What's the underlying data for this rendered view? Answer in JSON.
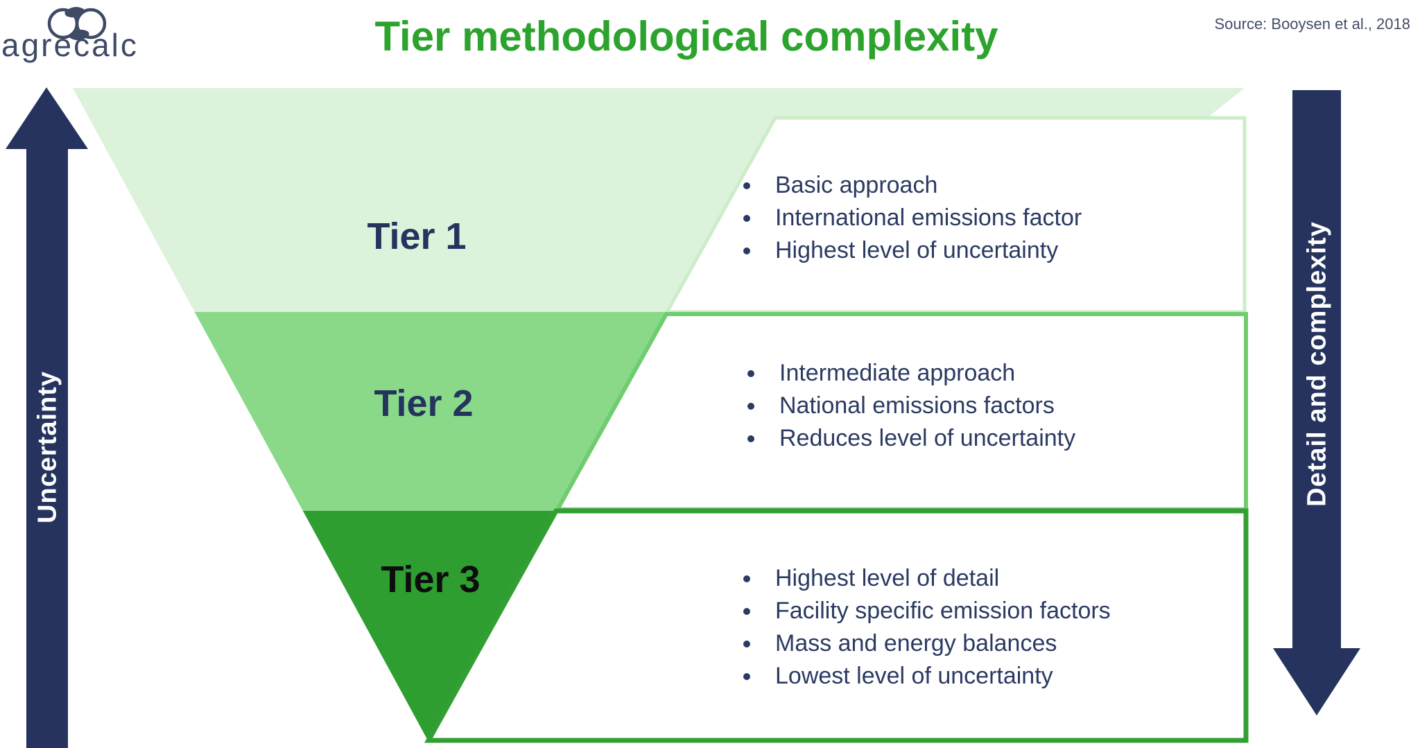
{
  "page": {
    "logo": "agrecalc",
    "title": "Tier methodological complexity",
    "source": "Source: Booysen et al., 2018"
  },
  "arrows": {
    "left": "Uncertainty",
    "right": "Detail and complexity"
  },
  "tiers": [
    {
      "label": "Tier 1",
      "bullets": [
        "Basic approach",
        "International emissions factor",
        "Highest level of uncertainty"
      ]
    },
    {
      "label": "Tier 2",
      "bullets": [
        "Intermediate approach",
        "National emissions factors",
        "Reduces level of uncertainty"
      ]
    },
    {
      "label": "Tier 3",
      "bullets": [
        "Highest level of detail",
        "Facility specific emission factors",
        "Mass and energy balances",
        "Lowest level of uncertainty"
      ]
    }
  ],
  "colors": {
    "tier1_fill": "#dcf2da",
    "tier1_border": "#cdecca",
    "tier2_fill": "#89d989",
    "tier2_border": "#6fcc6f",
    "tier3_fill": "#2e9e31",
    "tier3_border": "#339f33",
    "navy": "#25335e",
    "title_green": "#2ca32c",
    "text_navy": "#2b3a62"
  }
}
